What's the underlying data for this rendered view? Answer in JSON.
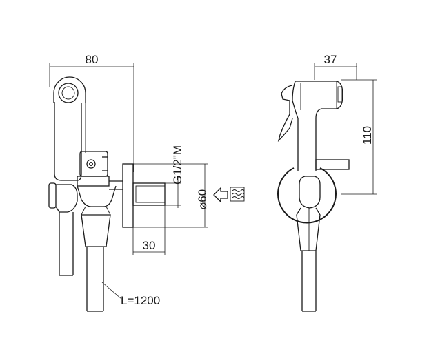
{
  "dimensions": {
    "width_left": "80",
    "depth_right": "37",
    "height_right": "110",
    "thread": "G1/2\"M",
    "flange_diameter": "⌀60",
    "flange_depth": "30",
    "hose_length": "L=1200"
  },
  "icons": {
    "inlet_arrow": "arrow-left-icon",
    "water": "water-waves-icon"
  },
  "colors": {
    "line": "#1a1a1a",
    "background": "#ffffff"
  }
}
